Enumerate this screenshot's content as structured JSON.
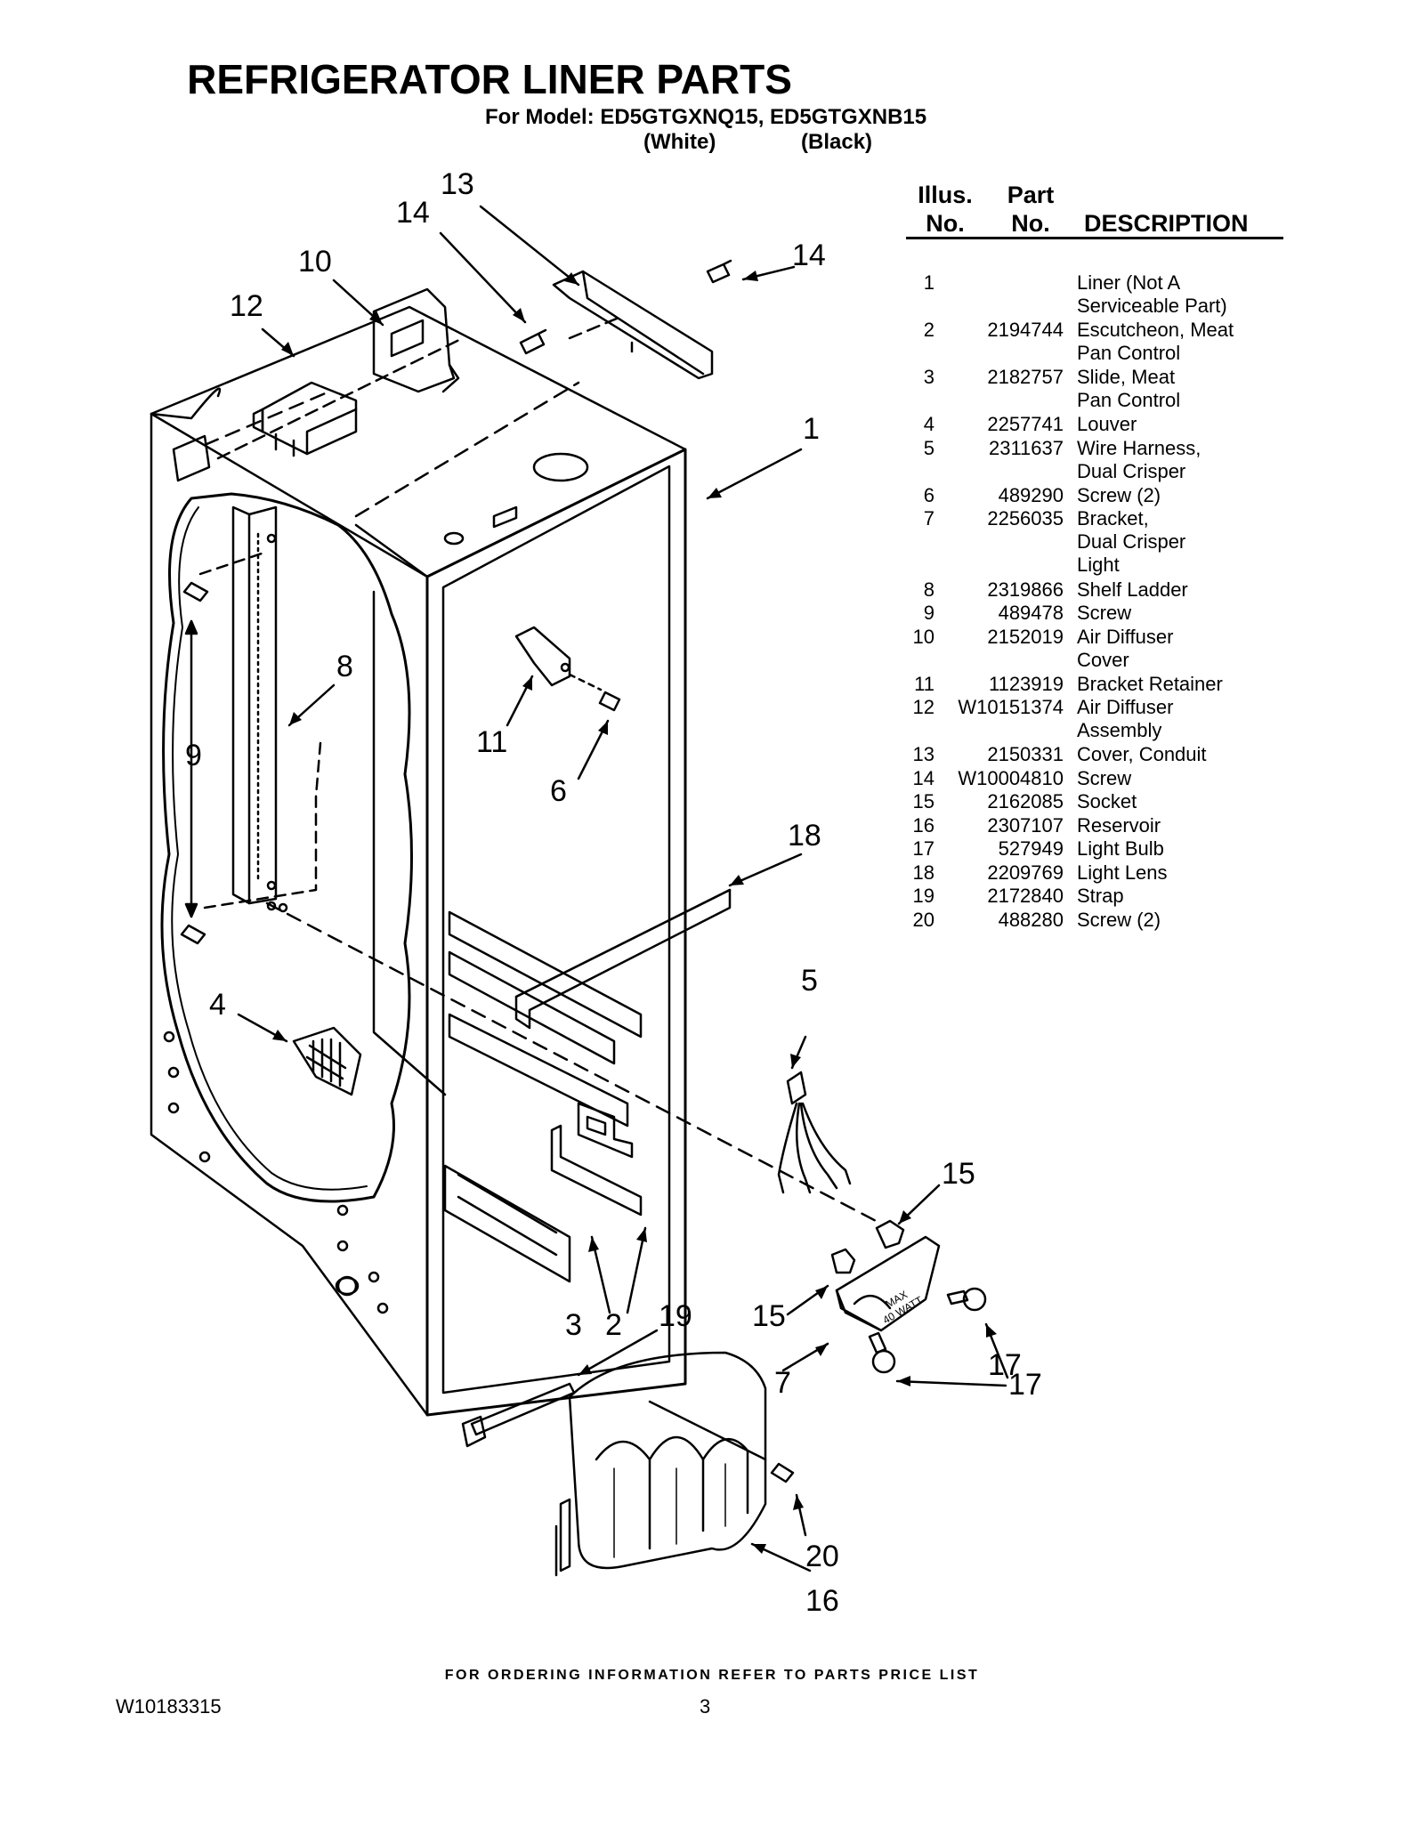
{
  "header": {
    "title": "REFRIGERATOR LINER PARTS",
    "subtitle": "For Model: ED5GTGXNQ15, ED5GTGXNB15",
    "variant_white": "(White)",
    "variant_black": "(Black)"
  },
  "table": {
    "col_illus": "Illus.\nNo.",
    "col_part": "Part\nNo.",
    "col_desc": "DESCRIPTION",
    "rows": [
      {
        "no": "1",
        "part": "",
        "desc": "Liner (Not A\nServiceable Part)"
      },
      {
        "no": "2",
        "part": "2194744",
        "desc": "Escutcheon, Meat\nPan Control"
      },
      {
        "no": "3",
        "part": "2182757",
        "desc": "Slide, Meat\nPan Control"
      },
      {
        "no": "4",
        "part": "2257741",
        "desc": "Louver"
      },
      {
        "no": "5",
        "part": "2311637",
        "desc": "Wire Harness,\nDual Crisper"
      },
      {
        "no": "6",
        "part": "489290",
        "desc": "Screw (2)"
      },
      {
        "no": "7",
        "part": "2256035",
        "desc": "Bracket,\nDual Crisper\nLight"
      },
      {
        "no": "8",
        "part": "2319866",
        "desc": "Shelf Ladder"
      },
      {
        "no": "9",
        "part": "489478",
        "desc": "Screw"
      },
      {
        "no": "10",
        "part": "2152019",
        "desc": "Air Diffuser\nCover"
      },
      {
        "no": "11",
        "part": "1123919",
        "desc": "Bracket Retainer"
      },
      {
        "no": "12",
        "part": "W10151374",
        "desc": "Air Diffuser\nAssembly"
      },
      {
        "no": "13",
        "part": "2150331",
        "desc": "Cover, Conduit"
      },
      {
        "no": "14",
        "part": "W10004810",
        "desc": "Screw"
      },
      {
        "no": "15",
        "part": "2162085",
        "desc": "Socket"
      },
      {
        "no": "16",
        "part": "2307107",
        "desc": "Reservoir"
      },
      {
        "no": "17",
        "part": "527949",
        "desc": "Light Bulb"
      },
      {
        "no": "18",
        "part": "2209769",
        "desc": "Light Lens"
      },
      {
        "no": "19",
        "part": "2172840",
        "desc": "Strap"
      },
      {
        "no": "20",
        "part": "488280",
        "desc": "Screw (2)"
      }
    ]
  },
  "diagram": {
    "callouts": [
      "13",
      "14",
      "10",
      "12",
      "14",
      "1",
      "8",
      "9",
      "11",
      "6",
      "18",
      "4",
      "5",
      "15",
      "3",
      "2",
      "15",
      "7",
      "17",
      "19",
      "17",
      "20",
      "16"
    ],
    "bulb_marking": "MAX\n40 WATT"
  },
  "footer": {
    "note": "FOR ORDERING INFORMATION REFER TO PARTS PRICE LIST",
    "doc_number": "W10183315",
    "page": "3"
  }
}
